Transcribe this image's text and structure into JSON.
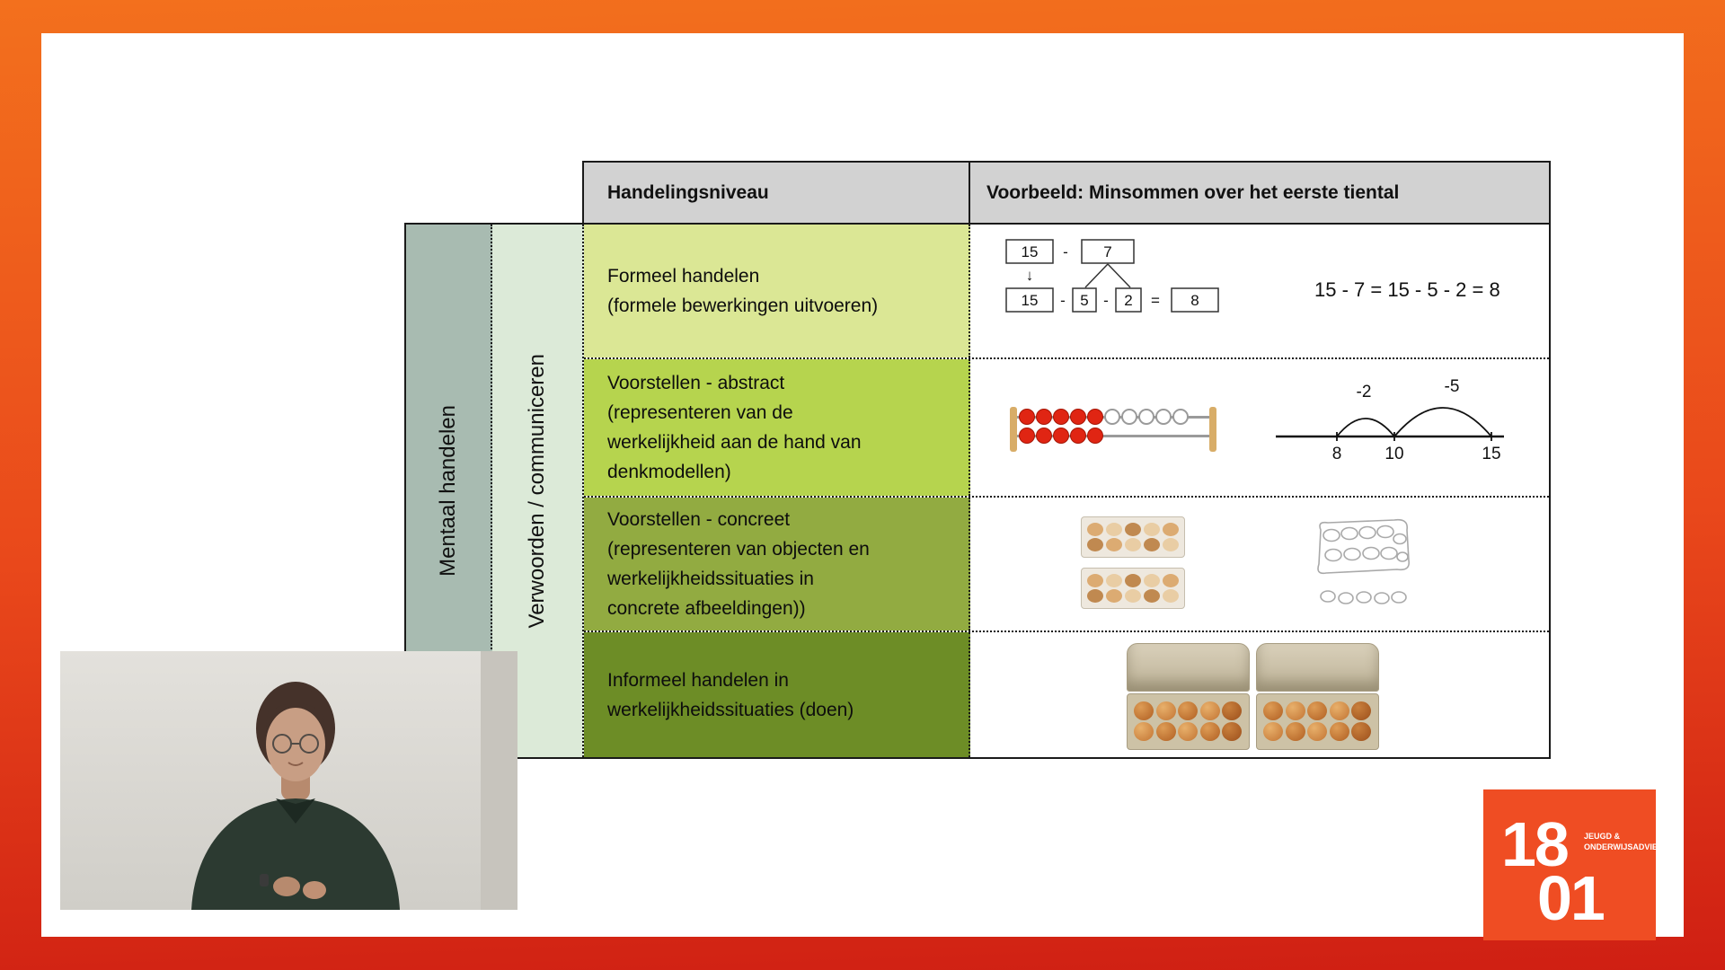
{
  "frame": {
    "gradient_top": "#f3701d",
    "gradient_bottom": "#cf1f13"
  },
  "table": {
    "header": {
      "col1": "Handelingsniveau",
      "col2": "Voorbeeld: Minsommen over het eerste tiental",
      "bg": "#d2d2d2"
    },
    "side": {
      "outer": {
        "label": "Mentaal handelen",
        "bg": "#a8bbb1"
      },
      "inner": {
        "label": "Verwoorden / communiceren",
        "bg": "#dcead8"
      }
    },
    "rows": [
      {
        "label": "Formeel handelen\n(formele bewerkingen uitvoeren)",
        "bg": "#dbe795"
      },
      {
        "label": "Voorstellen - abstract\n(representeren van de\nwerkelijkheid aan de hand van\ndenkmodellen)",
        "bg": "#b6d44e"
      },
      {
        "label": "Voorstellen - concreet\n(representeren van objecten en\nwerkelijkheidssituaties in\nconcrete afbeeldingen))",
        "bg": "#92ab41"
      },
      {
        "label": "Informeel handelen in\nwerkelijkheidssituaties (doen)",
        "bg": "#6d8d26"
      }
    ],
    "formal_example": {
      "top_a": "15",
      "top_op": "-",
      "top_b": "7",
      "arrow": "↓",
      "bot_a": "15",
      "bot_op1": "-",
      "bot_b": "5",
      "bot_op2": "-",
      "bot_c": "2",
      "bot_eq": "=",
      "bot_r": "8",
      "equation": "15 - 7 = 15 - 5 - 2 = 8"
    },
    "numberline": {
      "jump_small": "-2",
      "jump_large": "-5",
      "tick1": "8",
      "tick2": "10",
      "tick3": "15"
    },
    "rekenrek": {
      "top_red": 5,
      "top_white": 5,
      "bottom_red": 5,
      "bottom_white": 0,
      "bead_red_color": "#e02513"
    },
    "illustrations": {
      "row2": [
        "rekenrek-abacus",
        "empty-number-line"
      ],
      "row3": [
        "egg-carton-photo",
        "egg-carton-photo",
        "egg-carton-sketch"
      ],
      "row4": [
        "open-egg-carton-photo",
        "open-egg-carton-photo"
      ]
    }
  },
  "webcam": {
    "content": "presenter"
  },
  "logo": {
    "big_top": "18",
    "big_bottom": "01",
    "tagline_line1": "JEUGD &",
    "tagline_line2": "ONDERWIJSADVIES",
    "bg": "#ef4d23"
  }
}
